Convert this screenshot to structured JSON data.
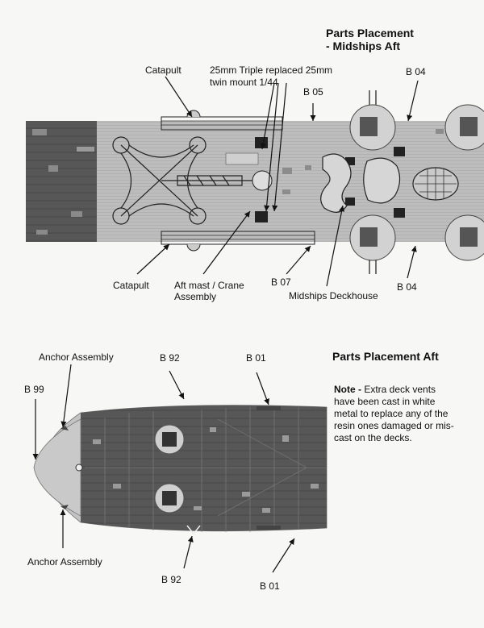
{
  "top_section": {
    "title_line1": "Parts Placement",
    "title_line2": "- Midships Aft",
    "labels": {
      "catapult_top": "Catapult",
      "triple_line1": "25mm Triple replaced 25mm",
      "triple_line2": "twin mount 1/44",
      "b05": "B 05",
      "b04_top": "B 04",
      "catapult_bottom": "Catapult",
      "aft_mast_line1": "Aft mast / Crane",
      "aft_mast_line2": "Assembly",
      "b07": "B 07",
      "midships_deckhouse": "Midships Deckhouse",
      "b04_bottom": "B 04"
    }
  },
  "bottom_section": {
    "title": "Parts Placement  Aft",
    "labels": {
      "anchor_top": "Anchor Assembly",
      "b92_top": "B 92",
      "b01_top": "B 01",
      "b99": "B 99",
      "anchor_bottom": "Anchor Assembly",
      "b92_bottom": "B 92",
      "b01_bottom": "B 01"
    },
    "note": {
      "heading": "Note -",
      "text": "Extra deck vents have been cast in white metal to replace any of the resin ones damaged or mis-cast on the decks."
    }
  },
  "colors": {
    "deck": "#bcbcbc",
    "dark_deck": "#5a5a5a",
    "turret": "#d4d4d4",
    "ink": "#111111"
  }
}
